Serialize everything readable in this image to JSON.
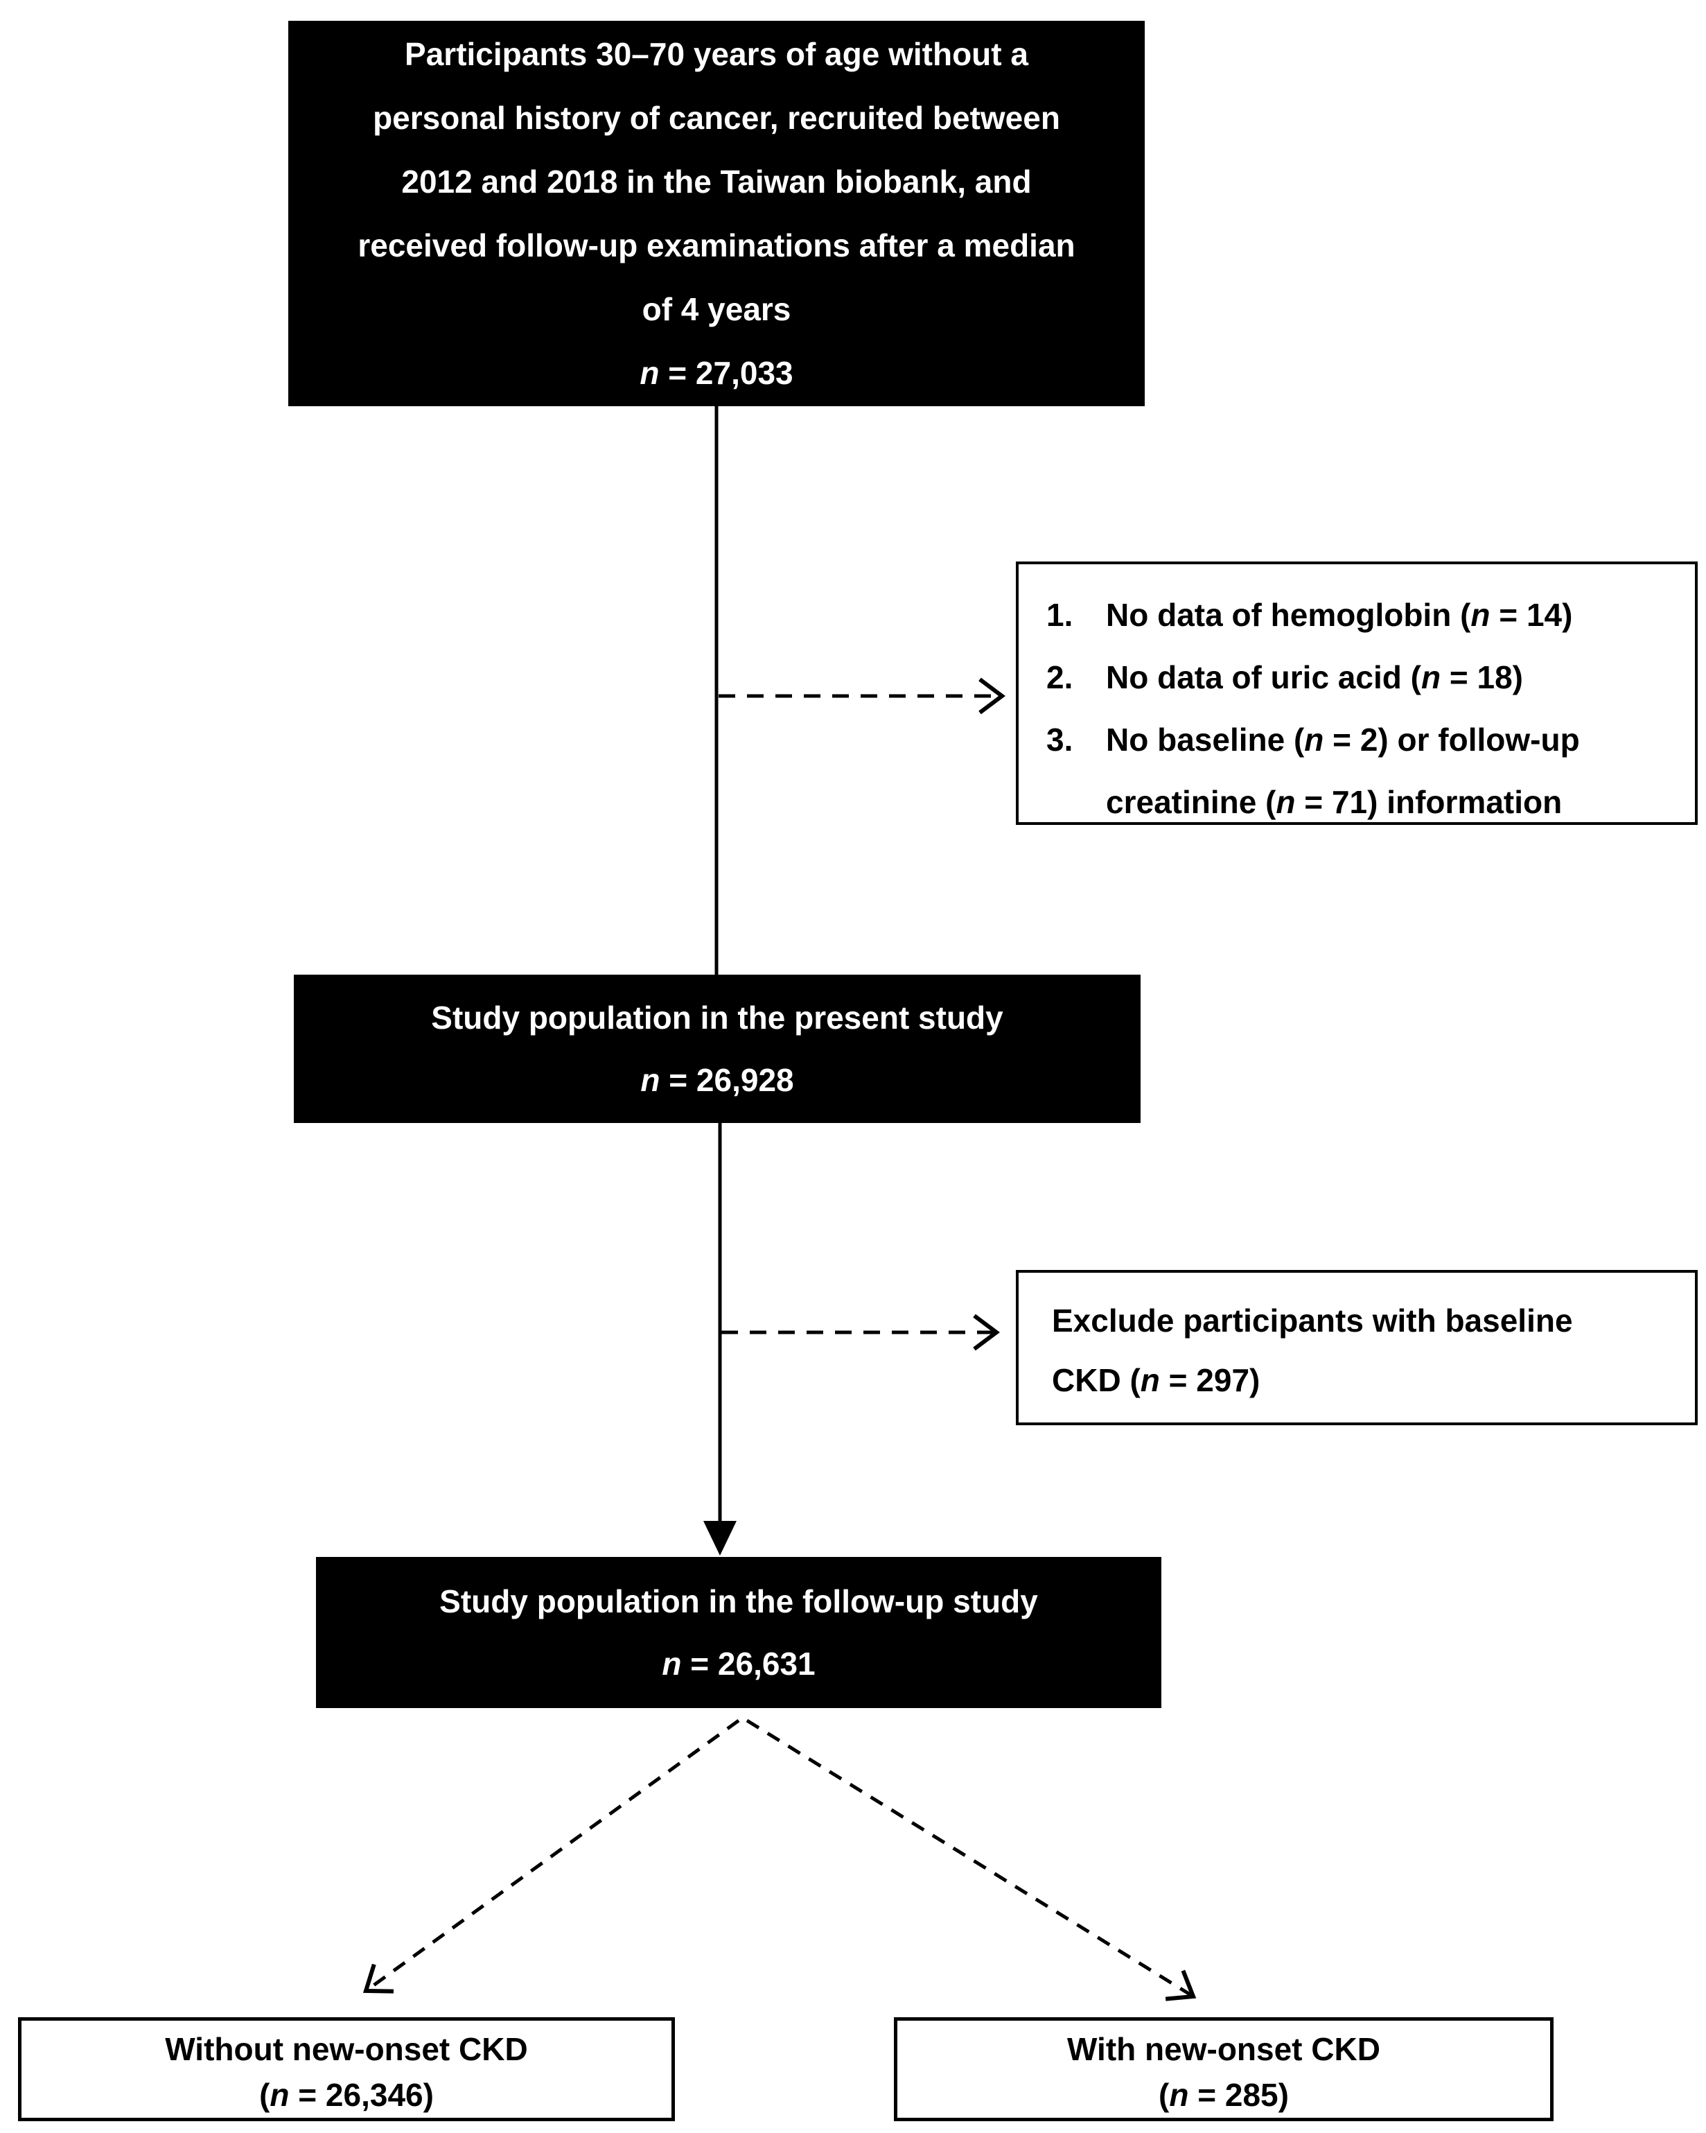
{
  "palette": {
    "page_bg": "#ffffff",
    "dark_box_bg": "#000000",
    "dark_box_text": "#ffffff",
    "light_box_bg": "#ffffff",
    "line_color": "#000000"
  },
  "top_box": {
    "lines": [
      "Participants 30–70 years of age without a",
      "personal history of cancer, recruited between",
      "2012 and 2018 in the Taiwan biobank, and",
      "received follow-up examinations after a median",
      "of 4 years"
    ],
    "count": {
      "n": "n",
      "rest": " = 27,033"
    }
  },
  "exclusion1": {
    "items": [
      {
        "num": "1.",
        "pre": "No data of hemoglobin (",
        "n": "n",
        "post": " = 14)"
      },
      {
        "num": "2.",
        "pre": "No data of uric acid (",
        "n": "n",
        "post": " = 18)"
      },
      {
        "num": "3.",
        "pre": "No baseline (",
        "n": "n",
        "post": " = 2) or follow-up"
      },
      {
        "num": "",
        "pre": "creatinine (",
        "n": "n",
        "post": " = 71) information"
      }
    ]
  },
  "present_box": {
    "title": "Study population in the present study",
    "count": {
      "n": "n",
      "rest": " = 26,928"
    }
  },
  "exclusion2": {
    "line1": "Exclude participants with baseline",
    "line2": {
      "pre": "CKD (",
      "n": "n",
      "post": " = 297)"
    }
  },
  "followup_box": {
    "title": "Study population in the follow-up study",
    "count": {
      "n": "n",
      "rest": " = 26,631"
    }
  },
  "without_ckd_box": {
    "title": "Without new-onset CKD",
    "count": {
      "pre": "(",
      "n": "n",
      "post": " = 26,346)"
    }
  },
  "with_ckd_box": {
    "title": "With new-onset CKD",
    "count": {
      "pre": "(",
      "n": "n",
      "post": " = 285)"
    }
  }
}
